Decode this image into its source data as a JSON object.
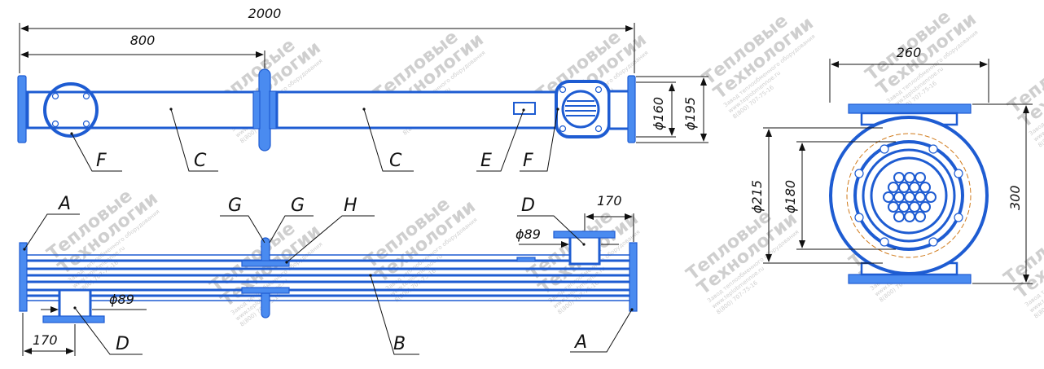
{
  "colors": {
    "part_fill": "#4a8bf0",
    "part_stroke": "#1e5cd2",
    "line": "#111111",
    "watermark": "#c8c8c8",
    "accent_circle": "#d07a1a",
    "white": "#ffffff"
  },
  "watermark": {
    "line1": "Тепловые",
    "line2": "Технологии",
    "line3": "Завод теплообменного оборудования",
    "line4": "www.teplobmennoe.ru",
    "line5": "8(800) 707-75-16"
  },
  "top_view": {
    "dim_total": "2000",
    "dim_section": "800",
    "dim_diam_small": "ϕ160",
    "dim_diam_large": "ϕ195",
    "labels": [
      "F",
      "C",
      "C",
      "E",
      "F"
    ]
  },
  "side_view": {
    "label_a_left": "A",
    "label_a_right": "A",
    "label_g1": "G",
    "label_g2": "G",
    "label_h": "H",
    "label_b": "B",
    "label_d_top": "D",
    "label_d_bottom": "D",
    "dim_nozzle_top": "ϕ89",
    "dim_nozzle_bottom": "ϕ89",
    "dim_offset_top": "170",
    "dim_offset_bottom": "170"
  },
  "end_view": {
    "dim_width": "260",
    "dim_height": "300",
    "dim_diam_215": "ϕ215",
    "dim_diam_180": "ϕ180"
  }
}
